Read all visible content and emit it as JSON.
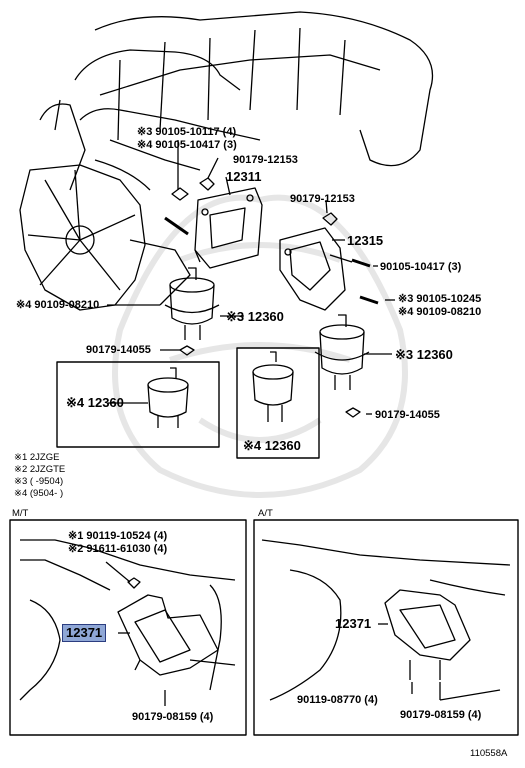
{
  "diagram_id": "110558A",
  "parts": {
    "bolt_90105_10117": "※3 90105-10117 (4)",
    "bolt_90105_10417_3": "※4 90105-10417 (3)",
    "nut_90179_12153_a": "90179-12153",
    "bracket_12311": "12311",
    "nut_90179_12153_b": "90179-12153",
    "bracket_12315": "12315",
    "bolt_90105_10417_r": "90105-10417 (3)",
    "bolt_90105_10245": "※3 90105-10245",
    "bolt_90109_08210_r": "※4 90109-08210",
    "bolt_90109_08210_l": "※4 90109-08210",
    "mount_12360_a": "※3 12360",
    "nut_90179_14055_a": "90179-14055",
    "mount_12360_b": "※3 12360",
    "mount_12360_c": "※4 12360",
    "mount_12360_d": "※4 12360",
    "nut_90179_14055_b": "90179-14055"
  },
  "legend": [
    "※1  2JZGE",
    "※2  2JZGTE",
    "※3  (        -9504)",
    "※4  (9504-        )"
  ],
  "mt": {
    "title": "M/T",
    "bolt_a": "※1 90119-10524 (4)",
    "bolt_b": "※2 91611-61030 (4)",
    "part_12371": "12371",
    "nut": "90179-08159 (4)"
  },
  "at": {
    "title": "A/T",
    "part_12371": "12371",
    "bolt": "90119-08770 (4)",
    "nut": "90179-08159 (4)"
  },
  "colors": {
    "highlight": "#8fa7d6"
  }
}
